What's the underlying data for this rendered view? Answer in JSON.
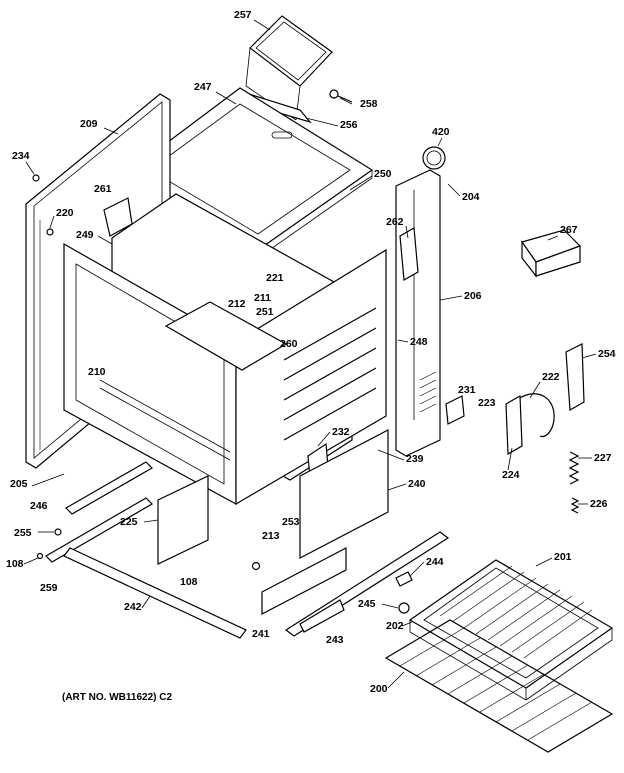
{
  "diagram": {
    "caption": "(ART NO. WB11622) C2",
    "labels": [
      "257",
      "247",
      "258",
      "209",
      "256",
      "420",
      "234",
      "261",
      "250",
      "204",
      "220",
      "249",
      "262",
      "267",
      "221",
      "206",
      "211",
      "212",
      "251",
      "248",
      "254",
      "260",
      "210",
      "222",
      "231",
      "223",
      "232",
      "227",
      "239",
      "224",
      "205",
      "246",
      "240",
      "226",
      "255",
      "225",
      "253",
      "213",
      "226",
      "201",
      "108",
      "259",
      "244",
      "108",
      "245",
      "242",
      "241",
      "202",
      "243",
      "200"
    ]
  }
}
